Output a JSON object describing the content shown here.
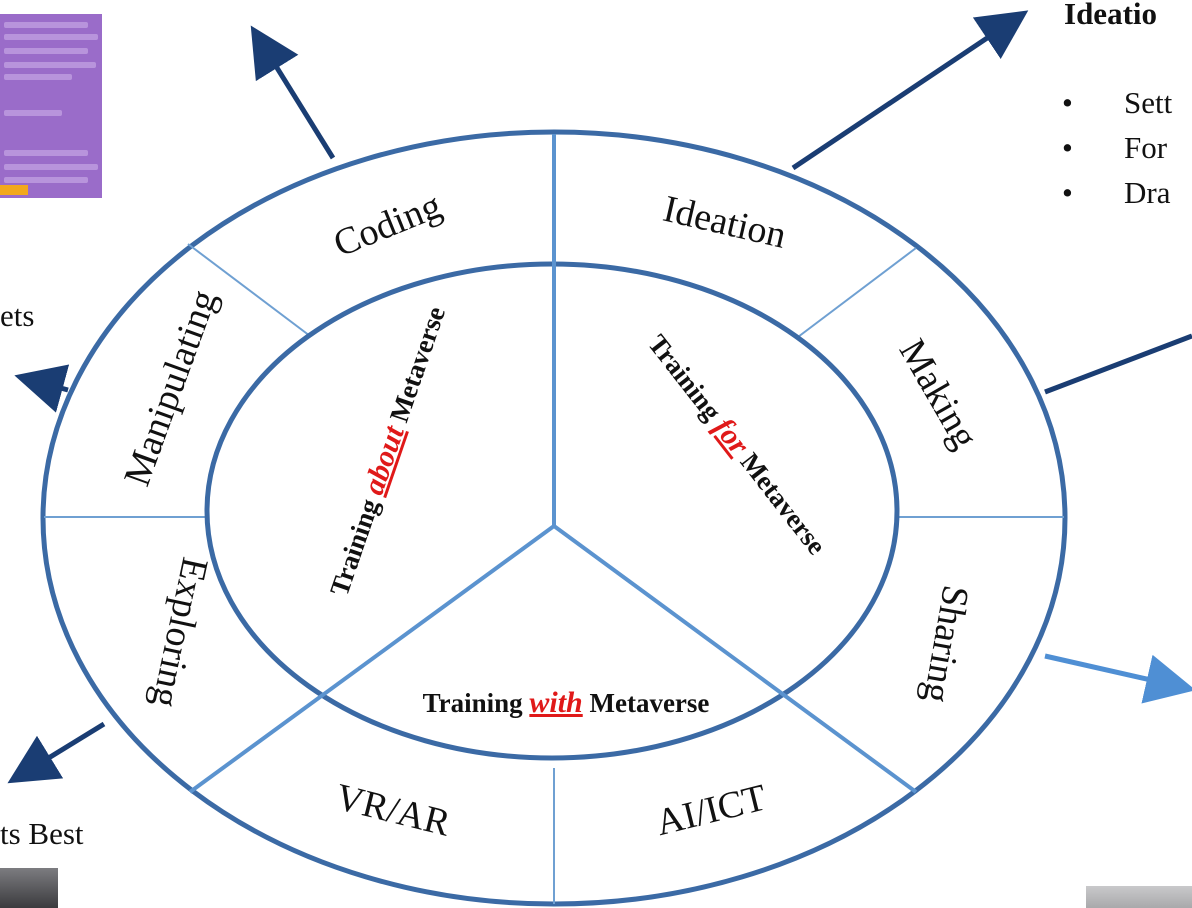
{
  "outer_segments": {
    "coding": "Coding",
    "ideation": "Ideation",
    "making": "Making",
    "sharing": "Sharing",
    "ai_ict": "AI/ICT",
    "vr_ar": "VR/AR",
    "exploring": "Exploring",
    "manipulating": "Manipulating"
  },
  "inner": {
    "about": {
      "prefix": "Training ",
      "emphasis": "about",
      "suffix": " Metaverse"
    },
    "for": {
      "prefix": "Training ",
      "emphasis": "for",
      "suffix": " Metaverse"
    },
    "with": {
      "prefix": "Training ",
      "emphasis": "with",
      "suffix": " Metaverse"
    }
  },
  "side_panel_right": {
    "title": "Ideatio",
    "bullets": [
      "Sett",
      "For",
      "Dra"
    ]
  },
  "left_fragments": {
    "top": "ets",
    "bottom": "ts Best"
  },
  "colors": {
    "ring": "#3b6aa5",
    "divider": "#6fa0d2",
    "spoke": "#5b93cf",
    "arrow_dark": "#1a3d73",
    "arrow_light": "#4f8fd4",
    "emphasis": "#e01919"
  },
  "icons": {
    "bullet": "bullet-dot",
    "arrow": "arrowhead"
  }
}
